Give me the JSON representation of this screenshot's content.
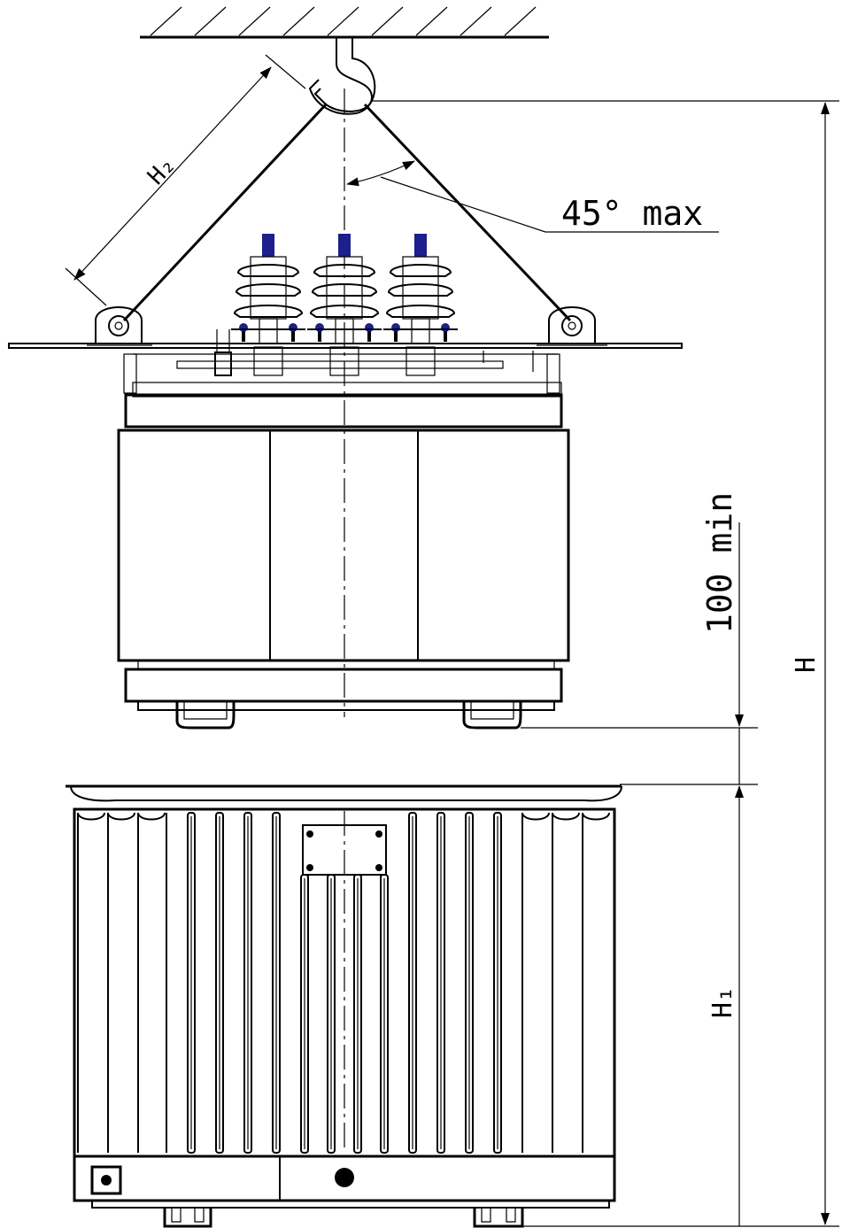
{
  "labels": {
    "h2": "H₂",
    "angle": "45° max",
    "clearance": "100 min",
    "h": "H",
    "h1": "H₁"
  },
  "colors": {
    "line": "#000000",
    "insulator_terminal": "#1c1f8c"
  }
}
